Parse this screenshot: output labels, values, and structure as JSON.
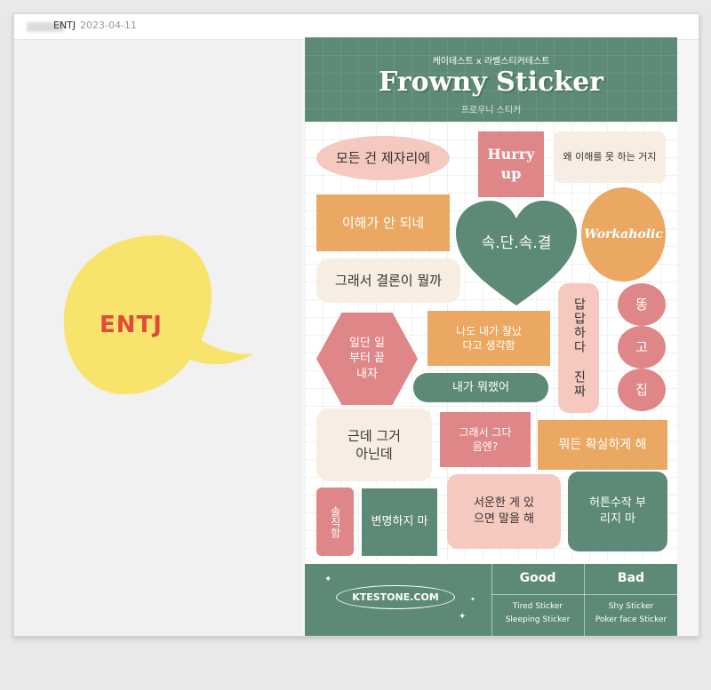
{
  "post": {
    "date": "2023-04-11",
    "author_tag": "ENTJ"
  },
  "bubble": {
    "label": "ENTJ",
    "color": "#f8e36c"
  },
  "sheet": {
    "subtitle": "케이테스트 x 라벨스티커테스트",
    "title": "Frowny Sticker",
    "subtitle_kr": "프로우니 스티커",
    "colors": {
      "green": "#5d8a76",
      "pink": "#f5c8c0",
      "rose": "#df8688",
      "orange": "#eba862",
      "cream": "#f8ede2"
    }
  },
  "stickers": {
    "s1": "모든 건 제자리에",
    "s2": "Hurry up",
    "s3": "왜 이해를 못 하는 거지",
    "s4": "이해가 안 되네",
    "s5": "속.단.속.결",
    "s6": "Workaholic",
    "s7": "그래서 결론이 뭘까",
    "s8": "답답하다 진짜",
    "s9": "똥",
    "s10": "고",
    "s11": "집",
    "s12": "일단 일부터 끝내자",
    "s13": "나도 내가 잘났다고 생각함",
    "s14": "내가 뭐랬어",
    "s15": "근데 그거 아닌데",
    "s16": "그래서 그다음엔?",
    "s17": "뭐든 확실하게 해",
    "s18": "솔직함",
    "s19": "변명하지 마",
    "s20": "서운한 게 있으면 말을 해",
    "s21": "허튼수작 부리지 마"
  },
  "footer": {
    "brand": "KTESTONE.COM",
    "good": {
      "label": "Good",
      "items": [
        "Tired Sticker",
        "Sleeping Sticker"
      ]
    },
    "bad": {
      "label": "Bad",
      "items": [
        "Shy Sticker",
        "Poker face Sticker"
      ]
    }
  }
}
